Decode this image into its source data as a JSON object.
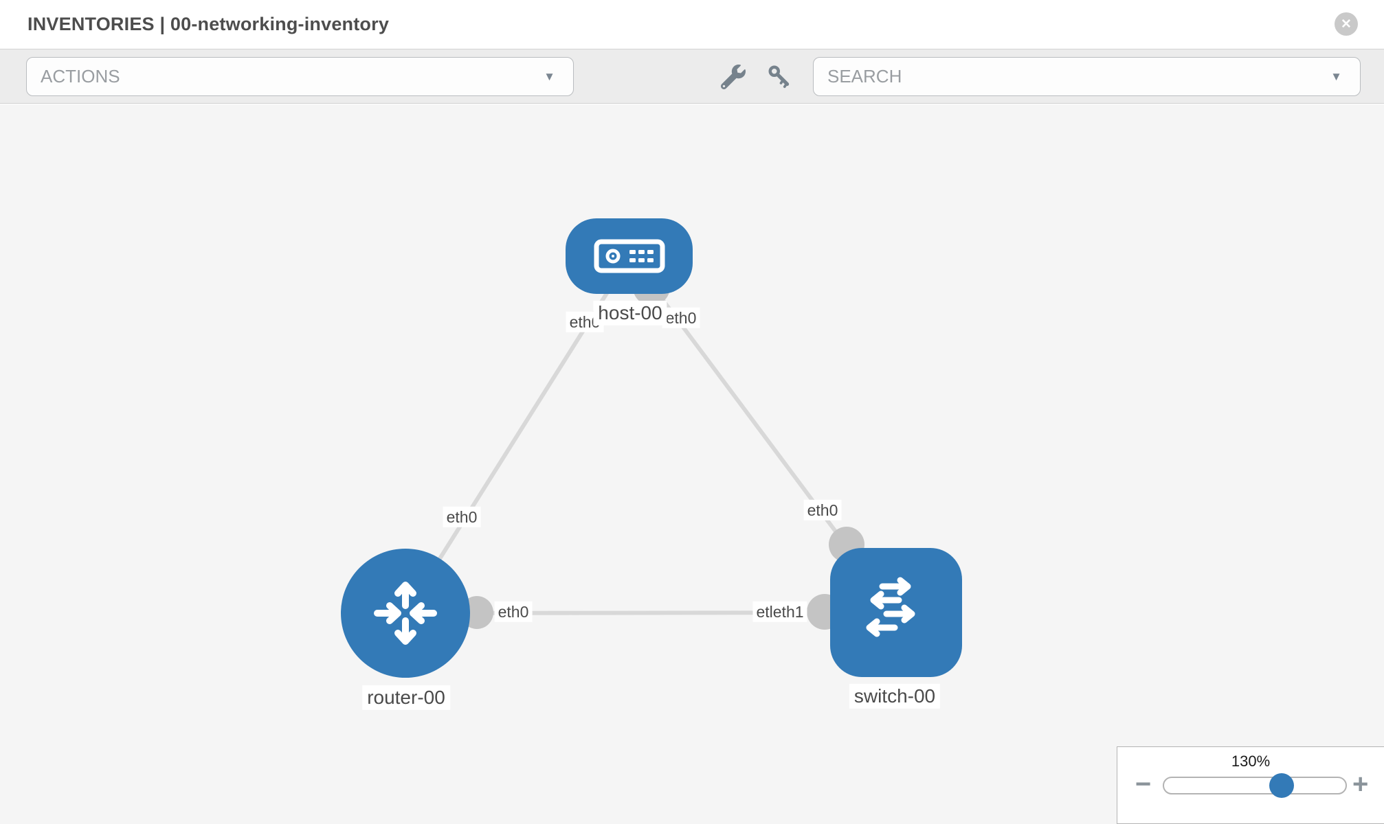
{
  "header": {
    "title": "INVENTORIES | 00-networking-inventory"
  },
  "toolbar": {
    "actions_label": "ACTIONS",
    "search_label": "SEARCH"
  },
  "icons": {
    "close": "✕",
    "caret": "▼",
    "minus": "−",
    "plus": "+",
    "wrench": "wrench-icon",
    "key": "key-icon"
  },
  "topology": {
    "nodes": [
      {
        "id": "host-00",
        "type": "host",
        "label": "host-00"
      },
      {
        "id": "router-00",
        "type": "router",
        "label": "router-00"
      },
      {
        "id": "switch-00",
        "type": "switch",
        "label": "switch-00"
      }
    ],
    "links": [
      {
        "from": "router-00",
        "to": "host-00",
        "from_interface": "eth0",
        "to_interface": "eth0"
      },
      {
        "from": "host-00",
        "to": "switch-00",
        "from_interface": "eth0",
        "to_interface": "eth0"
      },
      {
        "from": "router-00",
        "to": "switch-00",
        "from_interface": "eth0",
        "to_interface": "etleth1"
      }
    ]
  },
  "zoom_control": {
    "level": "130%"
  },
  "colors": {
    "node_blue": "#337ab7",
    "port_gray": "#c4c4c4",
    "link_gray": "#d8d8d8",
    "canvas_bg": "#f5f5f5",
    "toolbar_bg": "#ececec"
  }
}
